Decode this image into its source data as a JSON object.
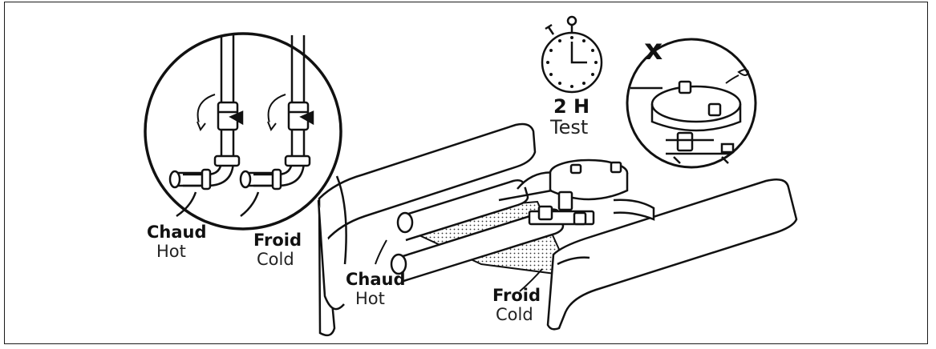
{
  "callout_left": {
    "hot_fr": "Chaud",
    "hot_en": "Hot",
    "cold_fr": "Froid",
    "cold_en": "Cold"
  },
  "callout_main": {
    "hot_fr": "Chaud",
    "hot_en": "Hot",
    "cold_fr": "Froid",
    "cold_en": "Cold"
  },
  "timer": {
    "duration": "2 H",
    "label": "Test"
  },
  "warning": {
    "mark": "x"
  },
  "icons": {
    "stopwatch": "stopwatch-icon",
    "rotate_arrow": "rotate-arrow-icon",
    "leak_drop": "water-drop-icon"
  }
}
